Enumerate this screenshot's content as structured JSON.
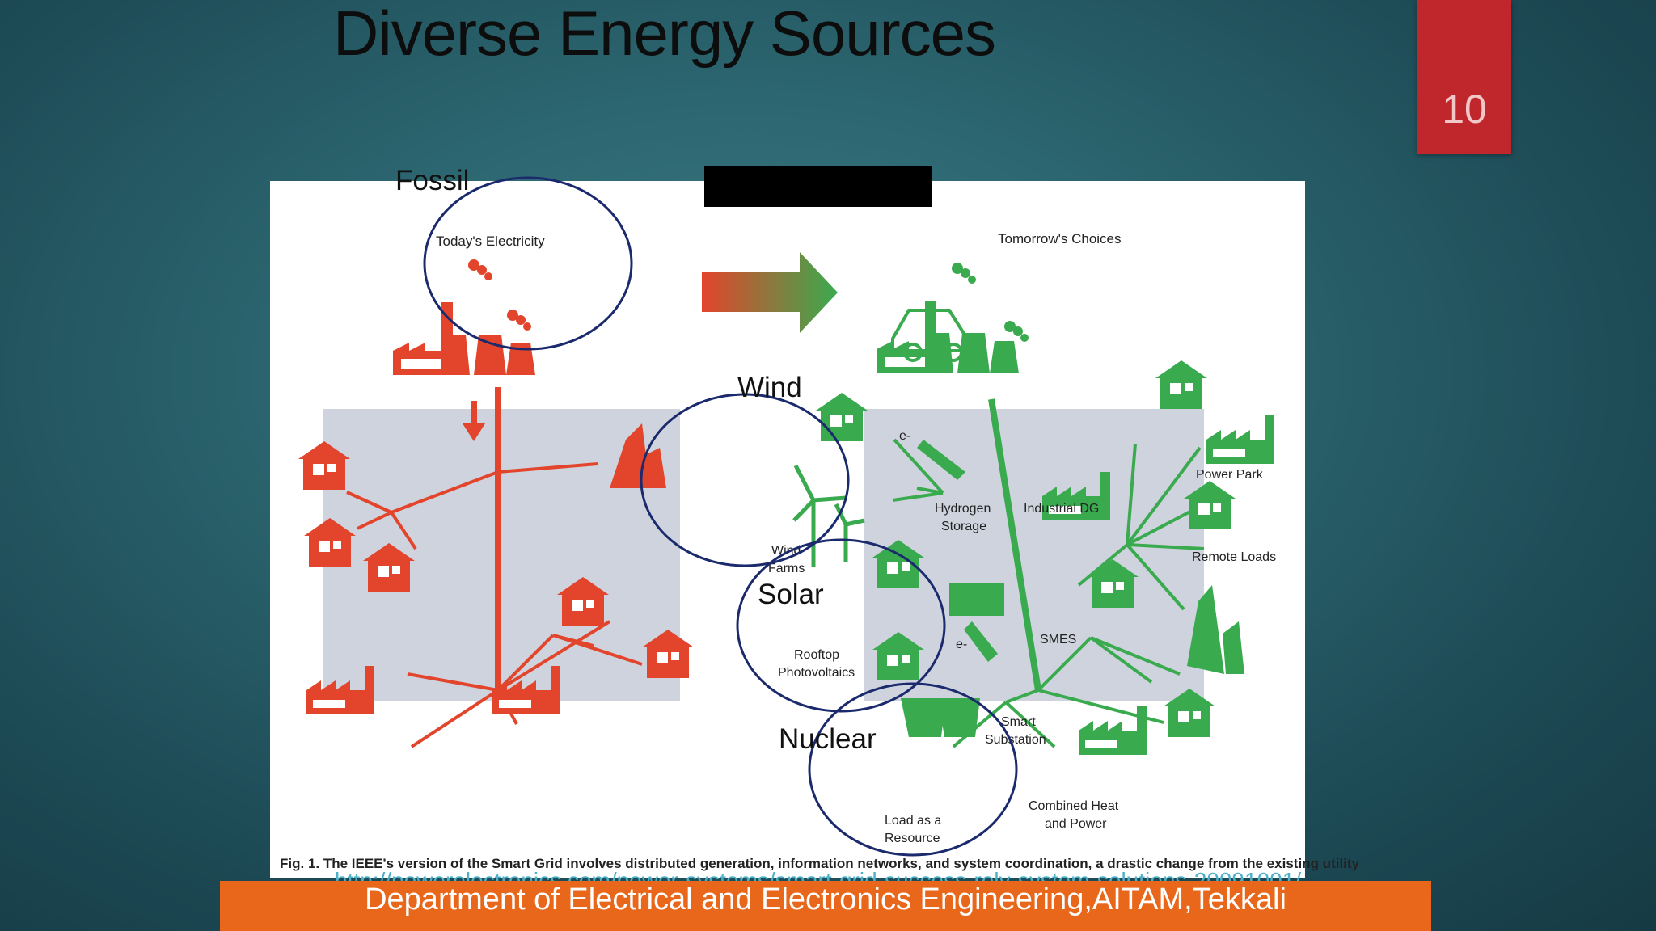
{
  "slide": {
    "title": "Diverse Energy Sources",
    "page_number": "10",
    "footer": "Department of Electrical and Electronics Engineering,AITAM,Tekkali",
    "link": "http://powerelectronics.com/power-systems/smart-grid-success-rely-system-solutions-20091001/"
  },
  "figure": {
    "left_heading": "Today's Electricity",
    "right_heading": "Tomorrow's Choices",
    "caption": "Fig. 1. The IEEE's version of the Smart Grid involves distributed generation, information networks, and system coordination, a drastic change from the existing utility",
    "labels": {
      "power_park": "Power Park",
      "remote_loads": "Remote Loads",
      "industrial_dg": "Industrial DG",
      "hydrogen_1": "Hydrogen",
      "hydrogen_2": "Storage",
      "wind_1": "Wind",
      "wind_2": "Farms",
      "rooftop_1": "Rooftop",
      "rooftop_2": "Photovoltaics",
      "smes": "SMES",
      "smart_1": "Smart",
      "smart_2": "Substation",
      "load_1": "Load as a",
      "load_2": "Resource",
      "chp_1": "Combined Heat",
      "chp_2": "and Power",
      "electron_1": "e-",
      "electron_2": "e-"
    },
    "colors": {
      "legacy": "#e2452b",
      "smart": "#3aaa4f",
      "panel": "#cfd3de",
      "circle": "#1a2a6c"
    }
  },
  "annotations": {
    "fossil": "Fossil",
    "wind": "Wind",
    "solar": "Solar",
    "nuclear": "Nuclear"
  }
}
